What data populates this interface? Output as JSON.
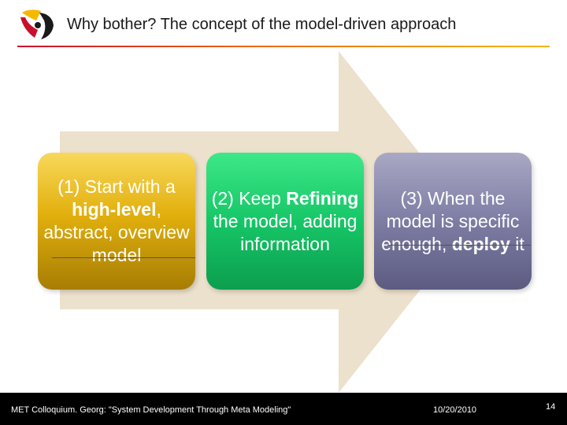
{
  "header": {
    "title": "Why bother? The concept of the model-driven approach"
  },
  "steps": [
    {
      "before": "(1) Start with a ",
      "bold": "high-level",
      "after": ", abstract, overview model"
    },
    {
      "before": "(2) Keep ",
      "bold": "Refining",
      "after": " the model, adding information"
    },
    {
      "before": "(3) When the model is specific enough, ",
      "bold": "deploy",
      "after": " it"
    }
  ],
  "footer": {
    "note": "MET Colloquium. Georg: \"System Development Through Meta Modeling\"",
    "date": "10/20/2010",
    "page": "14"
  },
  "colors": {
    "arrow": "#ece1cc",
    "step1": "#e2b00d",
    "step2": "#16c667",
    "step3": "#7f7ea5",
    "accent": "#c8102e"
  },
  "icons": {
    "logo": "university-logo-icon"
  }
}
